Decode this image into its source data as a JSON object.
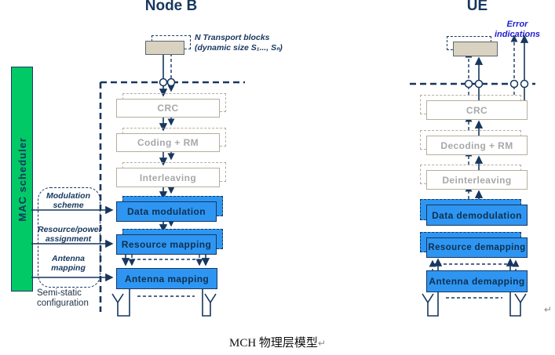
{
  "colors": {
    "navy": "#17375E",
    "green": "#00C966",
    "blue": "#2E96F2",
    "tan": "#D9D2C0",
    "error_blue": "#2121CE"
  },
  "caption": {
    "text": "MCH 物理层模型",
    "return_mark": "↵"
  },
  "node_b": {
    "title": "Node B",
    "mac_scheduler": "MAC scheduler",
    "transport_note": [
      "N Transport blocks",
      "(dynamic size S₁..., Sₙ)"
    ],
    "white_boxes": [
      "CRC",
      "Coding + RM",
      "Interleaving"
    ],
    "blue_boxes": [
      "Data modulation",
      "Resource mapping",
      "Antenna mapping"
    ],
    "config_labels": [
      "Modulation scheme",
      "Resource/power assignment",
      "Antenna mapping"
    ],
    "config_caption": "Semi-static\nconfiguration"
  },
  "ue": {
    "title": "UE",
    "error_indications": "Error\nindications",
    "white_boxes": [
      "CRC",
      "Decoding + RM",
      "Deinterleaving"
    ],
    "blue_boxes": [
      "Data demodulation",
      "Resource demapping",
      "Antenna demapping"
    ],
    "return_mark": "↵"
  }
}
